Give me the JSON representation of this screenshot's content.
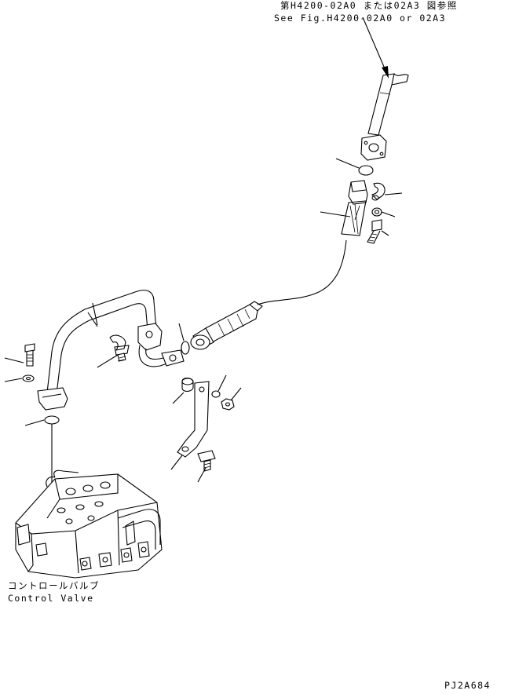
{
  "ref_note": {
    "line_ja": "第H4200-02A0 または02A3 図参照",
    "line_en": "See Fig.H4200-02A0 or 02A3"
  },
  "control_valve": {
    "label_ja": "コントロールバルブ",
    "label_en": "Control Valve"
  },
  "drawing_code": "PJ2A684",
  "parts": [
    "hose-upper",
    "o-ring",
    "split-flange",
    "washer",
    "bolt",
    "hose-long",
    "tube",
    "clamp",
    "bolt-clamp",
    "bracket",
    "nut",
    "washer-2",
    "flange-bolt",
    "o-ring-lower"
  ]
}
